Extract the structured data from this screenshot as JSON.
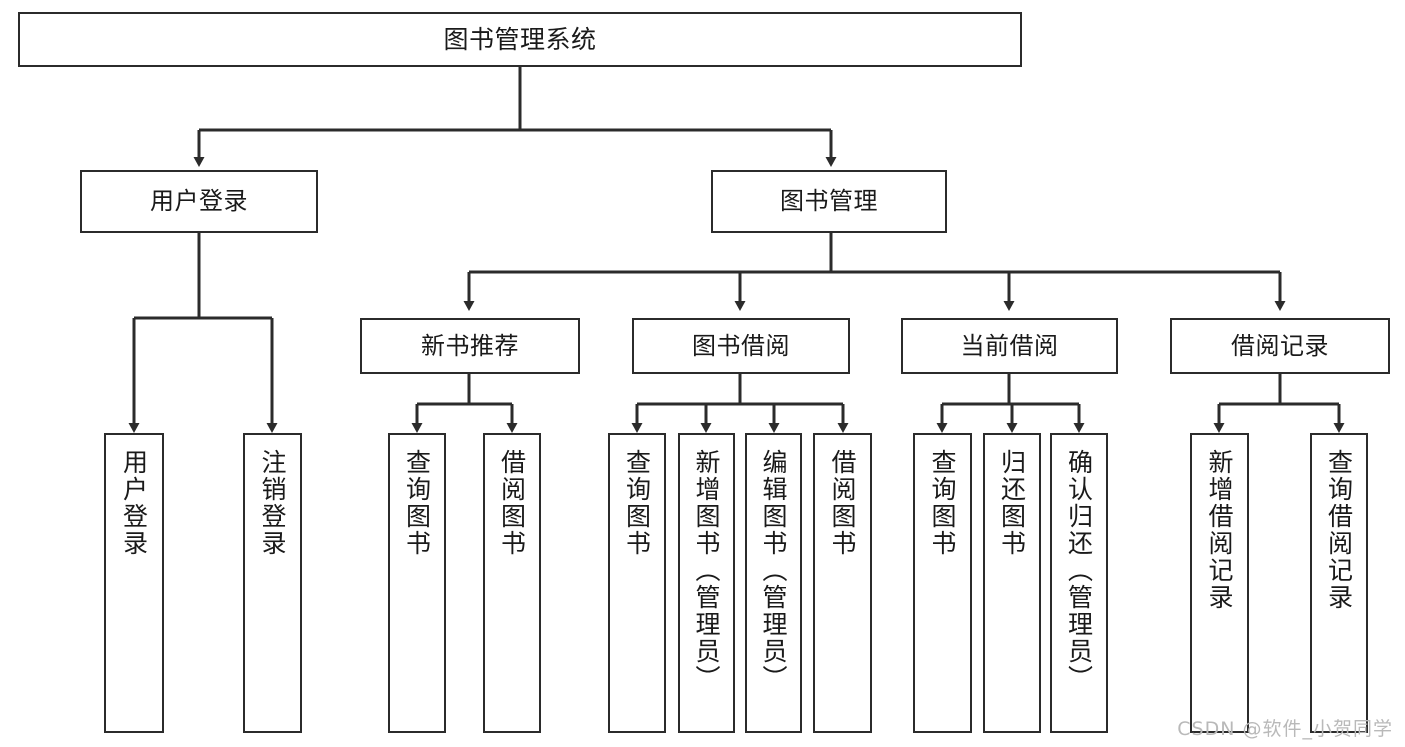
{
  "diagram": {
    "title": "图书管理系统",
    "type": "tree-hierarchy",
    "colors": {
      "box_border": "#2b2b2b",
      "box_fill": "#ffffff",
      "edge": "#2b2b2b",
      "text": "#1a1a1a",
      "watermark": "#b9b9b9",
      "background": "#ffffff"
    },
    "watermark": "CSDN @软件_小贺同学",
    "nodes": {
      "root": {
        "label": "图书管理系统"
      },
      "level2": [
        {
          "label": "用户登录"
        },
        {
          "label": "图书管理"
        }
      ],
      "level3": [
        {
          "label": "新书推荐"
        },
        {
          "label": "图书借阅"
        },
        {
          "label": "当前借阅"
        },
        {
          "label": "借阅记录"
        }
      ],
      "leaves": {
        "user_login": [
          {
            "label": "用户登录"
          },
          {
            "label": "注销登录"
          }
        ],
        "new_book_recommend": [
          {
            "label": "查询图书"
          },
          {
            "label": "借阅图书"
          }
        ],
        "book_borrow": [
          {
            "label": "查询图书"
          },
          {
            "label": "新增图书（管理员）"
          },
          {
            "label": "编辑图书（管理员）"
          },
          {
            "label": "借阅图书"
          }
        ],
        "current_borrow": [
          {
            "label": "查询图书"
          },
          {
            "label": "归还图书"
          },
          {
            "label": "确认归还（管理员）"
          }
        ],
        "borrow_record": [
          {
            "label": "新增借阅记录"
          },
          {
            "label": "查询借阅记录"
          }
        ]
      }
    }
  }
}
